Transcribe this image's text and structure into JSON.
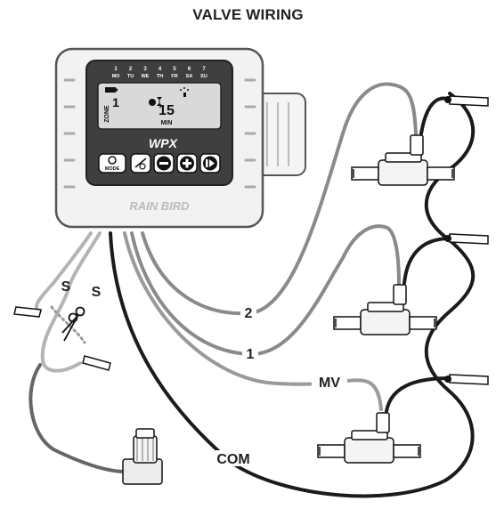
{
  "title": "VALVE WIRING",
  "controller": {
    "brand": "RAIN BIRD",
    "model": "WPX",
    "days": [
      {
        "num": "1",
        "abbr": "MO"
      },
      {
        "num": "2",
        "abbr": "TU"
      },
      {
        "num": "3",
        "abbr": "WE"
      },
      {
        "num": "4",
        "abbr": "TH"
      },
      {
        "num": "5",
        "abbr": "FR"
      },
      {
        "num": "6",
        "abbr": "SA"
      },
      {
        "num": "7",
        "abbr": "SU"
      }
    ],
    "display": {
      "zone_label": "ZONE",
      "zone_value": "1",
      "duration_value": "15",
      "duration_unit": "MIN"
    },
    "buttons": [
      "MODE",
      "manual-water",
      "minus",
      "plus",
      "next"
    ],
    "mode_label": "MODE"
  },
  "wires": {
    "sensor_left": "S",
    "sensor_right": "S",
    "zone2": "2",
    "zone1": "1",
    "master_valve": "MV",
    "common": "COM"
  },
  "colors": {
    "wire_dark": "#1b1b1b",
    "wire_gray": "#8a8a8a",
    "wire_light": "#b4b4b4",
    "controller_body": "#f2f2f2",
    "face": "#3f3f3f",
    "lcd": "#d9d9d9"
  }
}
